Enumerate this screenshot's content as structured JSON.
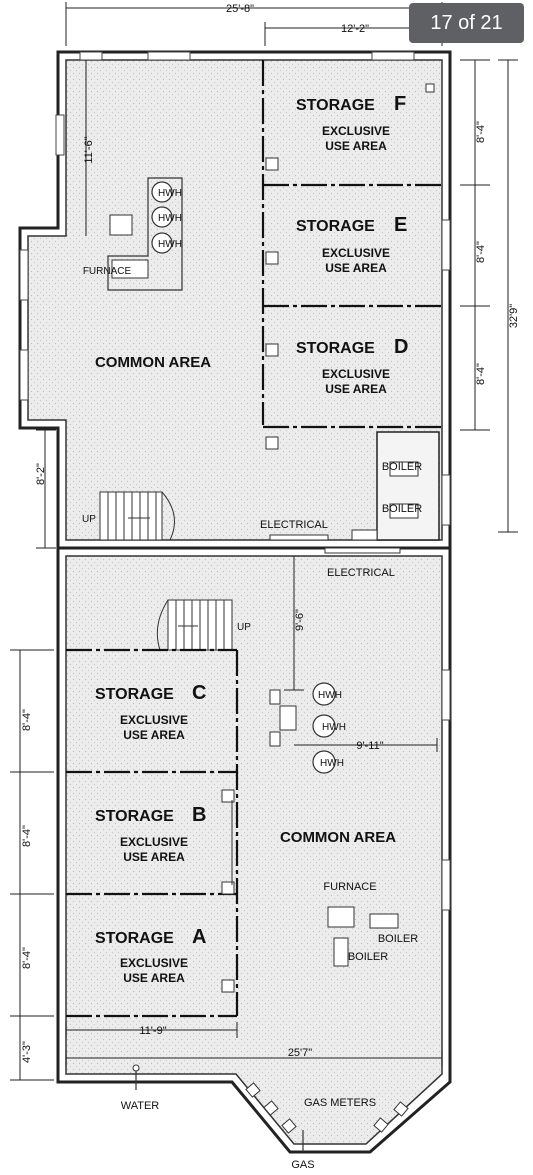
{
  "viewer": {
    "counter": "17 of 21"
  },
  "plan": {
    "upper": {
      "width_dim": "25'-8\"",
      "storage_width_dim": "12'-2\"",
      "depth_dim": "32'9\"",
      "common_depth_dim": "11'-6\"",
      "stair_dim": "8'-2\"",
      "unit_dims": [
        "8'-4\"",
        "8'-4\"",
        "8'-4\""
      ],
      "storage": [
        {
          "title": "STORAGE",
          "letter": "F",
          "line1": "EXCLUSIVE",
          "line2": "USE AREA"
        },
        {
          "title": "STORAGE",
          "letter": "E",
          "line1": "EXCLUSIVE",
          "line2": "USE AREA"
        },
        {
          "title": "STORAGE",
          "letter": "D",
          "line1": "EXCLUSIVE",
          "line2": "USE AREA"
        }
      ],
      "common_label": "COMMON AREA",
      "hwh": [
        "HWH",
        "HWH",
        "HWH"
      ],
      "furnace": "FURNACE",
      "boilers": [
        "BOILER",
        "BOILER"
      ],
      "up": "UP",
      "electrical": "ELECTRICAL"
    },
    "lower": {
      "electrical": "ELECTRICAL",
      "up": "UP",
      "stair_dim": "9'-6\"",
      "hwh_dim": "9'-11\"",
      "hwh": [
        "HWH",
        "HWH",
        "HWH"
      ],
      "storage": [
        {
          "title": "STORAGE",
          "letter": "C",
          "line1": "EXCLUSIVE",
          "line2": "USE AREA"
        },
        {
          "title": "STORAGE",
          "letter": "B",
          "line1": "EXCLUSIVE",
          "line2": "USE AREA"
        },
        {
          "title": "STORAGE",
          "letter": "A",
          "line1": "EXCLUSIVE",
          "line2": "USE AREA"
        }
      ],
      "unit_dims": [
        "8'-4\"",
        "8'-4\"",
        "8'-4\""
      ],
      "bottom_dim": "4'-3\"",
      "common_label": "COMMON AREA",
      "furnace": "FURNACE",
      "boilers": [
        "BOILER",
        "BOILER"
      ],
      "storage_width_dim": "11'-9\"",
      "width_dim": "25'7\"",
      "water": "WATER",
      "gas_meters": "GAS METERS",
      "gas": "GAS"
    }
  }
}
